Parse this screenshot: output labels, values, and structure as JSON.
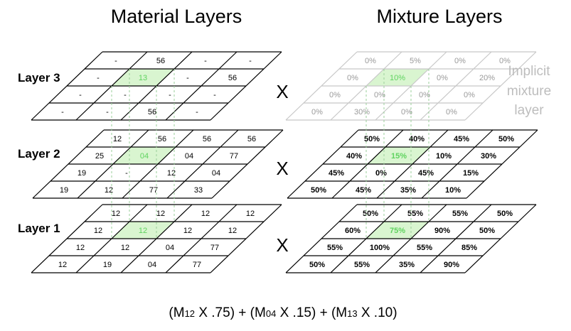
{
  "titles": {
    "material": "Material Layers",
    "mixture": "Mixture Layers"
  },
  "layer_labels": [
    "Layer 3",
    "Layer 2",
    "Layer 1"
  ],
  "multiply_sign": "X",
  "implicit_label": [
    "Implicit",
    "mixture",
    "layer"
  ],
  "highlight_color": "#d9f5d0",
  "material_grids": [
    {
      "name": "Layer 3",
      "rows": [
        [
          "-",
          "56",
          "-",
          "-"
        ],
        [
          "-",
          "13",
          "-",
          "56"
        ],
        [
          "-",
          "-",
          "-",
          "-"
        ],
        [
          "-",
          "-",
          "56",
          "-"
        ]
      ]
    },
    {
      "name": "Layer 2",
      "rows": [
        [
          "12",
          "56",
          "56",
          "56"
        ],
        [
          "25",
          "04",
          "04",
          "77"
        ],
        [
          "19",
          "-",
          "12",
          "04"
        ],
        [
          "19",
          "12",
          "77",
          "33"
        ]
      ]
    },
    {
      "name": "Layer 1",
      "rows": [
        [
          "12",
          "12",
          "12",
          "12"
        ],
        [
          "12",
          "12",
          "12",
          "12"
        ],
        [
          "12",
          "12",
          "04",
          "77"
        ],
        [
          "12",
          "19",
          "04",
          "77"
        ]
      ]
    }
  ],
  "mixture_grids": [
    {
      "name": "Layer 3",
      "rows": [
        [
          "0%",
          "5%",
          "0%",
          "0%"
        ],
        [
          "0%",
          "10%",
          "0%",
          "20%"
        ],
        [
          "0%",
          "0%",
          "0%",
          "0%"
        ],
        [
          "0%",
          "30%",
          "0%",
          "0%"
        ]
      ]
    },
    {
      "name": "Layer 2",
      "rows": [
        [
          "50%",
          "40%",
          "45%",
          "50%"
        ],
        [
          "40%",
          "15%",
          "10%",
          "30%"
        ],
        [
          "45%",
          "0%",
          "45%",
          "15%"
        ],
        [
          "50%",
          "45%",
          "35%",
          "10%"
        ]
      ]
    },
    {
      "name": "Layer 1",
      "rows": [
        [
          "50%",
          "55%",
          "55%",
          "50%"
        ],
        [
          "60%",
          "75%",
          "90%",
          "50%"
        ],
        [
          "55%",
          "100%",
          "55%",
          "85%"
        ],
        [
          "50%",
          "55%",
          "35%",
          "90%"
        ]
      ]
    }
  ],
  "highlight_cell": {
    "row": 1,
    "col": 1
  },
  "formula": {
    "terms": [
      {
        "open": "(M",
        "sub": "12",
        "rest": " X .75)"
      },
      {
        "open": " + (M",
        "sub": "04",
        "rest": " X .15)"
      },
      {
        "open": " + (M",
        "sub": "13",
        "rest": " X .10)"
      }
    ]
  }
}
